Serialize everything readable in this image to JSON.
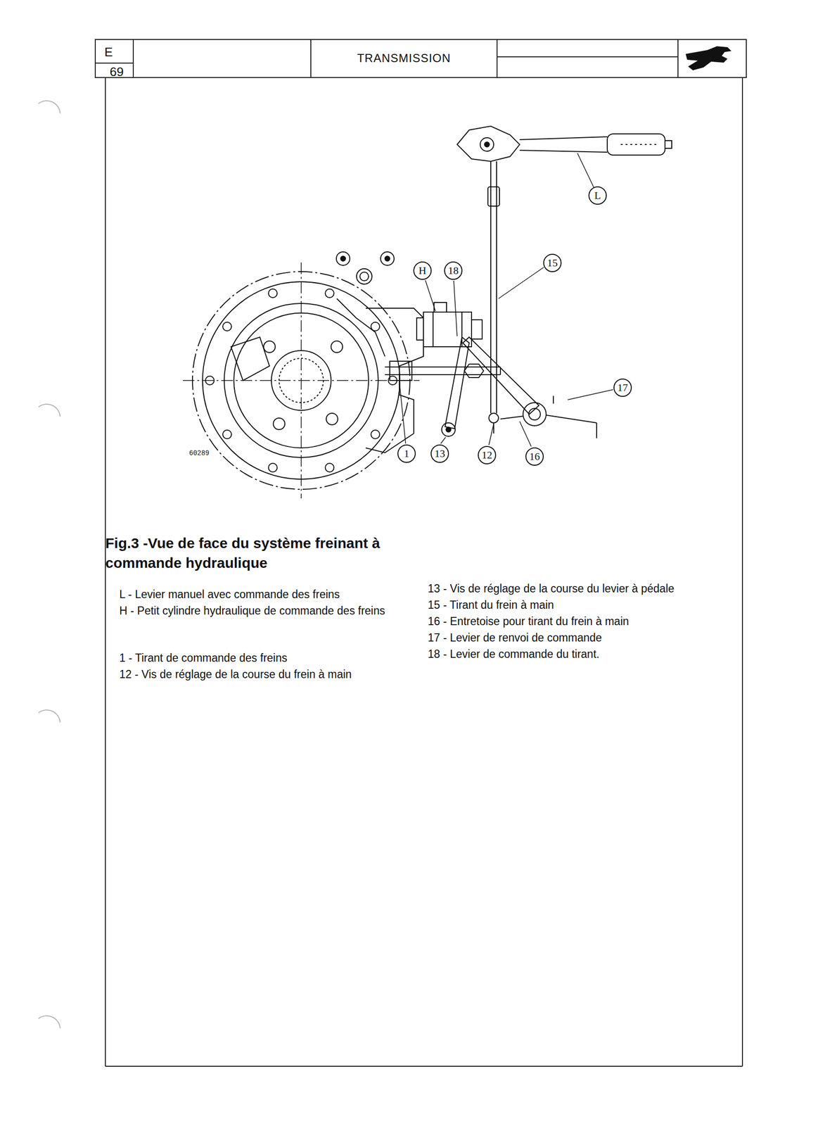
{
  "diagram": {
    "title": "TRANSMISSION",
    "caption": "Fig.3 -Vue de face du système freinant à commande hydraulique",
    "nodes": [
      {
        "text": [
          "L"
        ]
      },
      {
        "text": [
          "H"
        ]
      },
      {
        "text": [
          "18"
        ]
      },
      {
        "text": [
          "15"
        ]
      },
      {
        "text": [
          "17"
        ]
      },
      {
        "text": [
          "1"
        ]
      },
      {
        "text": [
          "13"
        ]
      },
      {
        "text": [
          "12"
        ]
      },
      {
        "text": [
          "16"
        ]
      }
    ],
    "labels": [
      "E",
      "69",
      "60289",
      "L - Levier manuel avec commande des freins",
      "H - Petit cylindre hydraulique de commande des freins",
      "1 - Tirant de commande des freins",
      "12 - Vis de réglage de la course du frein à main",
      "13 - Vis de réglage de la course du levier à pédale",
      "15 - Tirant du frein à main",
      "16 - Entretoise pour tirant du frein à main",
      "17 - Levier de renvoi de commande",
      "18 - Levier de commande du tirant."
    ]
  }
}
